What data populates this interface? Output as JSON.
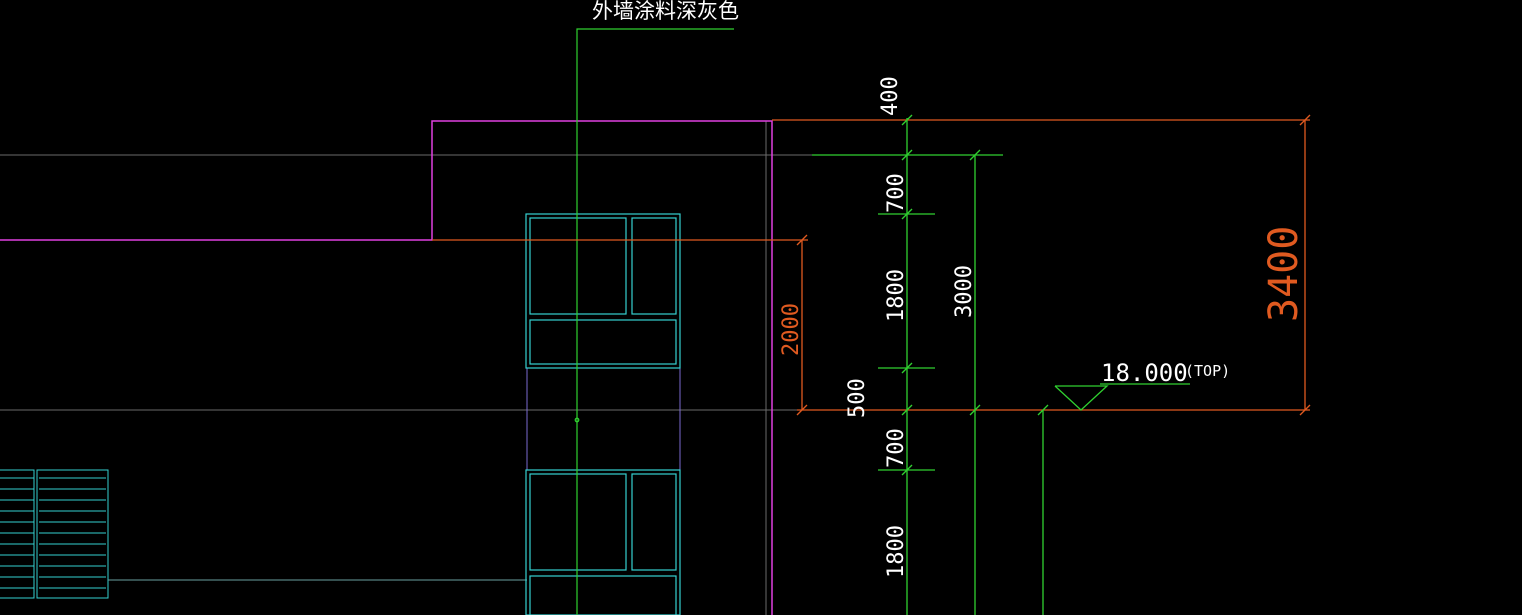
{
  "drawing": {
    "annotation_note": "外墙涂料深灰色",
    "elevation_mark": "18.000",
    "elevation_suffix": "(TOP)",
    "dims": {
      "d400": "400",
      "d700_top": "700",
      "d1800_top": "1800",
      "d3000": "3000",
      "d2000": "2000",
      "d500": "500",
      "d700_bottom": "700",
      "d1800_bottom": "1800",
      "d3400": "3400"
    }
  },
  "colors": {
    "background": "#000000",
    "parapet": "#e040e0",
    "window": "#35d0d0",
    "dimension_green": "#30d030",
    "dimension_orange": "#e05a20",
    "grid_gray": "#6a6a6a",
    "text_white": "#ffffff"
  }
}
